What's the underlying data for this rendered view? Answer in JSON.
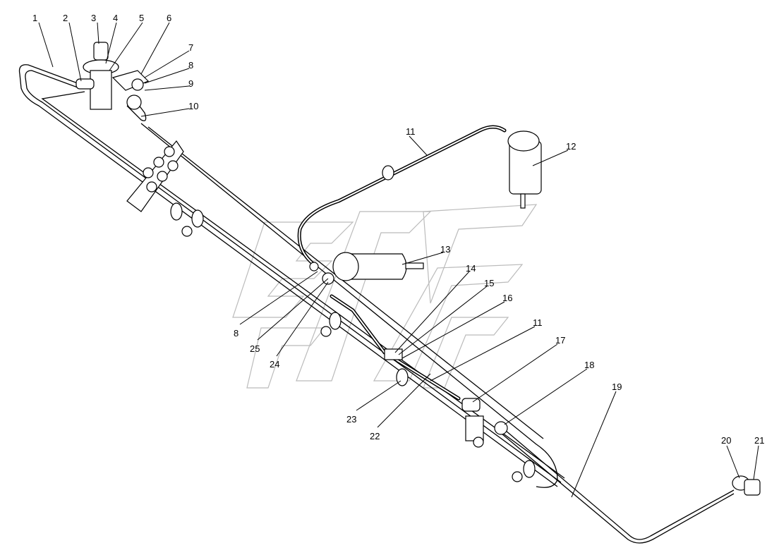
{
  "diagram": {
    "callouts": [
      {
        "id": "c1",
        "text": "1"
      },
      {
        "id": "c2",
        "text": "2"
      },
      {
        "id": "c3",
        "text": "3"
      },
      {
        "id": "c4",
        "text": "4"
      },
      {
        "id": "c5",
        "text": "5"
      },
      {
        "id": "c6",
        "text": "6"
      },
      {
        "id": "c7",
        "text": "7"
      },
      {
        "id": "c8a",
        "text": "8"
      },
      {
        "id": "c9",
        "text": "9"
      },
      {
        "id": "c10",
        "text": "10"
      },
      {
        "id": "c11a",
        "text": "11"
      },
      {
        "id": "c12",
        "text": "12"
      },
      {
        "id": "c13",
        "text": "13"
      },
      {
        "id": "c14",
        "text": "14"
      },
      {
        "id": "c15",
        "text": "15"
      },
      {
        "id": "c16",
        "text": "16"
      },
      {
        "id": "c11b",
        "text": "11"
      },
      {
        "id": "c17",
        "text": "17"
      },
      {
        "id": "c18",
        "text": "18"
      },
      {
        "id": "c19",
        "text": "19"
      },
      {
        "id": "c20",
        "text": "20"
      },
      {
        "id": "c21",
        "text": "21"
      },
      {
        "id": "c8b",
        "text": "8"
      },
      {
        "id": "c25",
        "text": "25"
      },
      {
        "id": "c24",
        "text": "24"
      },
      {
        "id": "c23",
        "text": "23"
      },
      {
        "id": "c22",
        "text": "22"
      }
    ]
  }
}
